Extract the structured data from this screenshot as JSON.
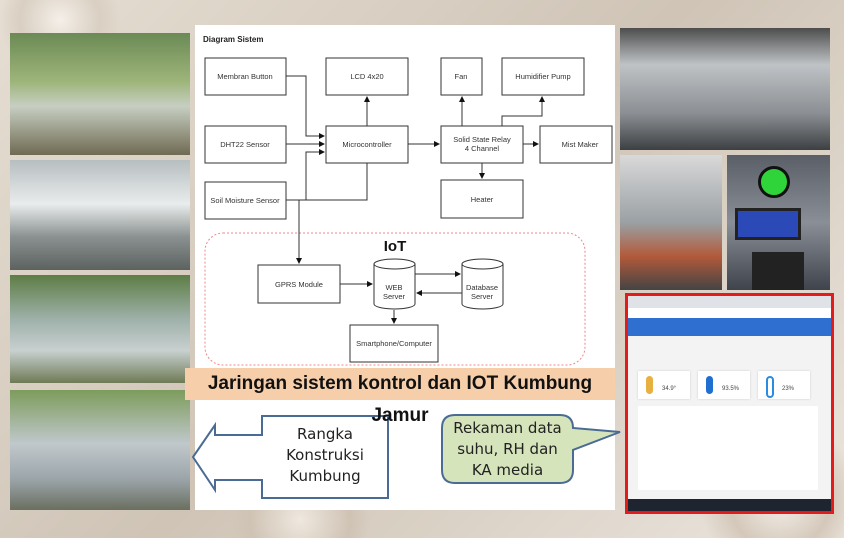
{
  "diagram": {
    "title": "Diagram Sistem",
    "iot_label": "IoT",
    "blocks": {
      "membran": "Membran Button",
      "lcd": "LCD 4x20",
      "fan": "Fan",
      "humidifier": "Humidifier Pump",
      "dht": "DHT22 Sensor",
      "micro": "Microcontroller",
      "ssr1": "Solid State Relay",
      "ssr2": "4 Channel",
      "mist": "Mist Maker",
      "soil": "Soil Moisture Sensor",
      "heater": "Heater",
      "gprs": "GPRS Module",
      "web1": "WEB",
      "web2": "Server",
      "db1": "Database",
      "db2": "Server",
      "phone": "Smartphone/Computer"
    }
  },
  "banner": "Jaringan sistem kontrol dan IOT Kumbung Jamur",
  "callouts": {
    "frame": [
      "Rangka",
      "Konstruksi",
      "Kumbung"
    ],
    "record": [
      "Rekaman data",
      "suhu, RH dan",
      "KA media"
    ]
  },
  "dashboard": {
    "readings": [
      "34.9°",
      "93.5%",
      "23%"
    ]
  }
}
